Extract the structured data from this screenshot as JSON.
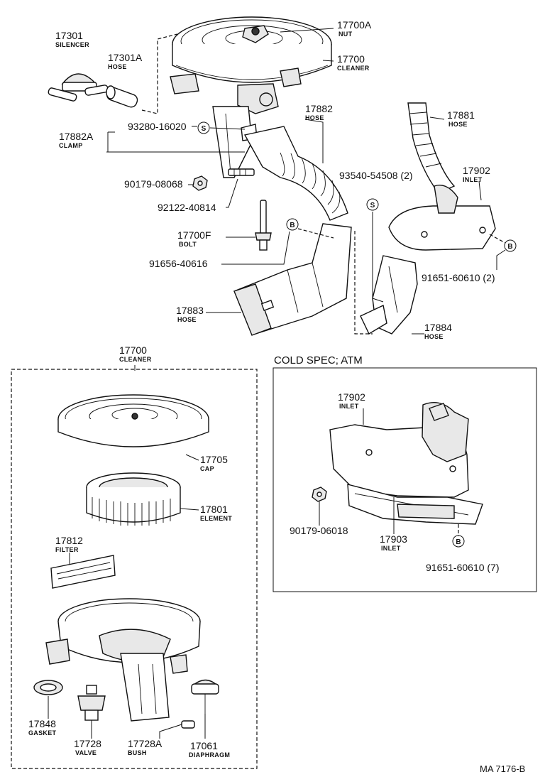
{
  "labels": {
    "p17301": {
      "num": "17301",
      "name": "SILENCER"
    },
    "p17301a": {
      "num": "17301A",
      "name": "HOSE"
    },
    "p17700a": {
      "num": "17700A",
      "name": "NUT"
    },
    "p17700": {
      "num": "17700",
      "name": "CLEANER"
    },
    "p17882": {
      "num": "17882",
      "name": "HOSE"
    },
    "p17881": {
      "num": "17881",
      "name": "HOSE"
    },
    "p17882a": {
      "num": "17882A",
      "name": "CLAMP"
    },
    "p93280": {
      "num": "93280-16020"
    },
    "p90179a": {
      "num": "90179-08068"
    },
    "p92122": {
      "num": "92122-40814"
    },
    "p93540": {
      "num": "93540-54508 (2)"
    },
    "p17902": {
      "num": "17902",
      "name": "INLET"
    },
    "p17700f": {
      "num": "17700F",
      "name": "BOLT"
    },
    "p91656": {
      "num": "91656-40616"
    },
    "p91651a": {
      "num": "91651-60610 (2)"
    },
    "p17883": {
      "num": "17883",
      "name": "HOSE"
    },
    "p17884": {
      "num": "17884",
      "name": "HOSE"
    },
    "p17700b": {
      "num": "17700",
      "name": "CLEANER"
    },
    "p17705": {
      "num": "17705",
      "name": "CAP"
    },
    "p17801": {
      "num": "17801",
      "name": "ELEMENT"
    },
    "p17812": {
      "num": "17812",
      "name": "FILTER"
    },
    "p17848": {
      "num": "17848",
      "name": "GASKET"
    },
    "p17728": {
      "num": "17728",
      "name": "VALVE"
    },
    "p17728a": {
      "num": "17728A",
      "name": "BUSH"
    },
    "p17061": {
      "num": "17061",
      "name": "DIAPHRAGM"
    },
    "p17902b": {
      "num": "17902",
      "name": "INLET"
    },
    "p90179b": {
      "num": "90179-06018"
    },
    "p17903": {
      "num": "17903",
      "name": "INLET"
    },
    "p91651b": {
      "num": "91651-60610 (7)"
    }
  },
  "symbols": {
    "s": "S",
    "b": "B"
  },
  "inset_title": "COLD SPEC; ATM",
  "footer_code": "MA 7176-B"
}
